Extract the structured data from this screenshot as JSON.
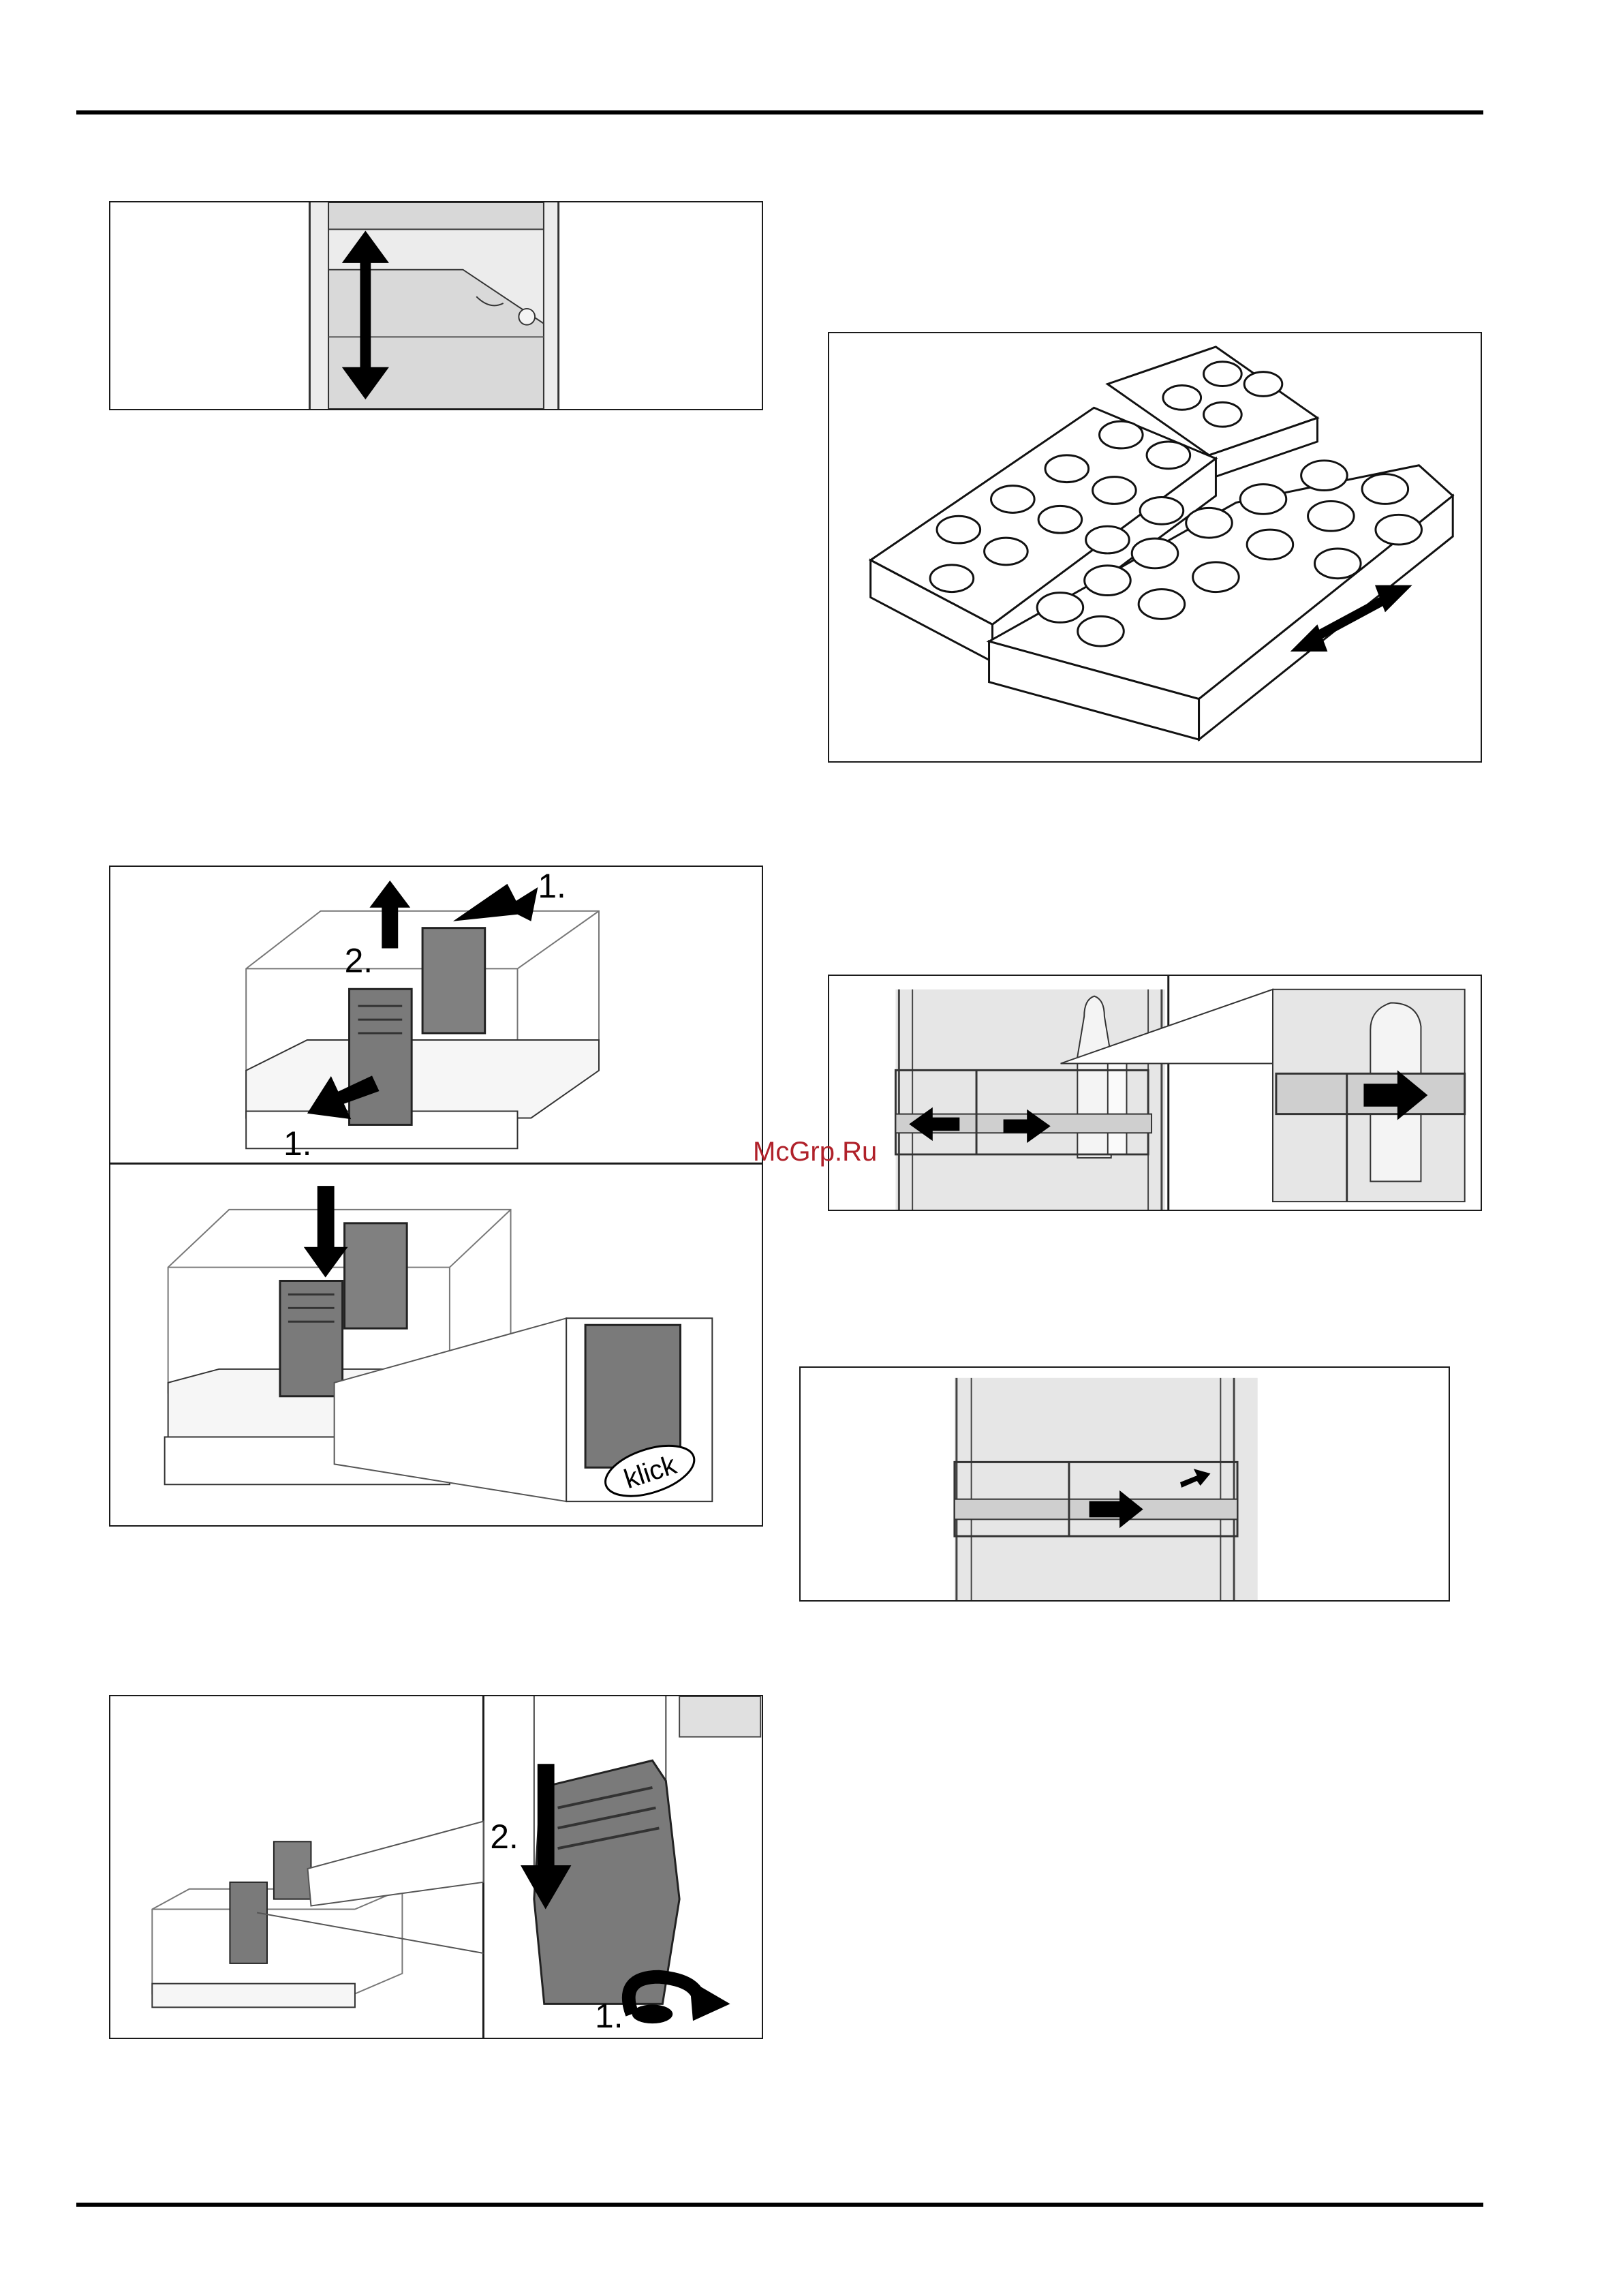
{
  "watermark": "McGrp.Ru",
  "figures": {
    "fig_drawer_height": {
      "icon": "double-vertical-arrow"
    },
    "fig_egg_trays": {
      "icon": "double-diagonal-arrow"
    },
    "fig_divider_insert": {
      "step_1a": "1.",
      "step_2": "2.",
      "step_1b": "1.",
      "callout_text": "klick"
    },
    "fig_bottle_holder": {
      "icon": "horizontal-arrows"
    },
    "fig_bottle_holder_slide": {
      "icon": "right-arrow"
    },
    "fig_divider_remove": {
      "step_2": "2.",
      "step_1": "1."
    }
  }
}
